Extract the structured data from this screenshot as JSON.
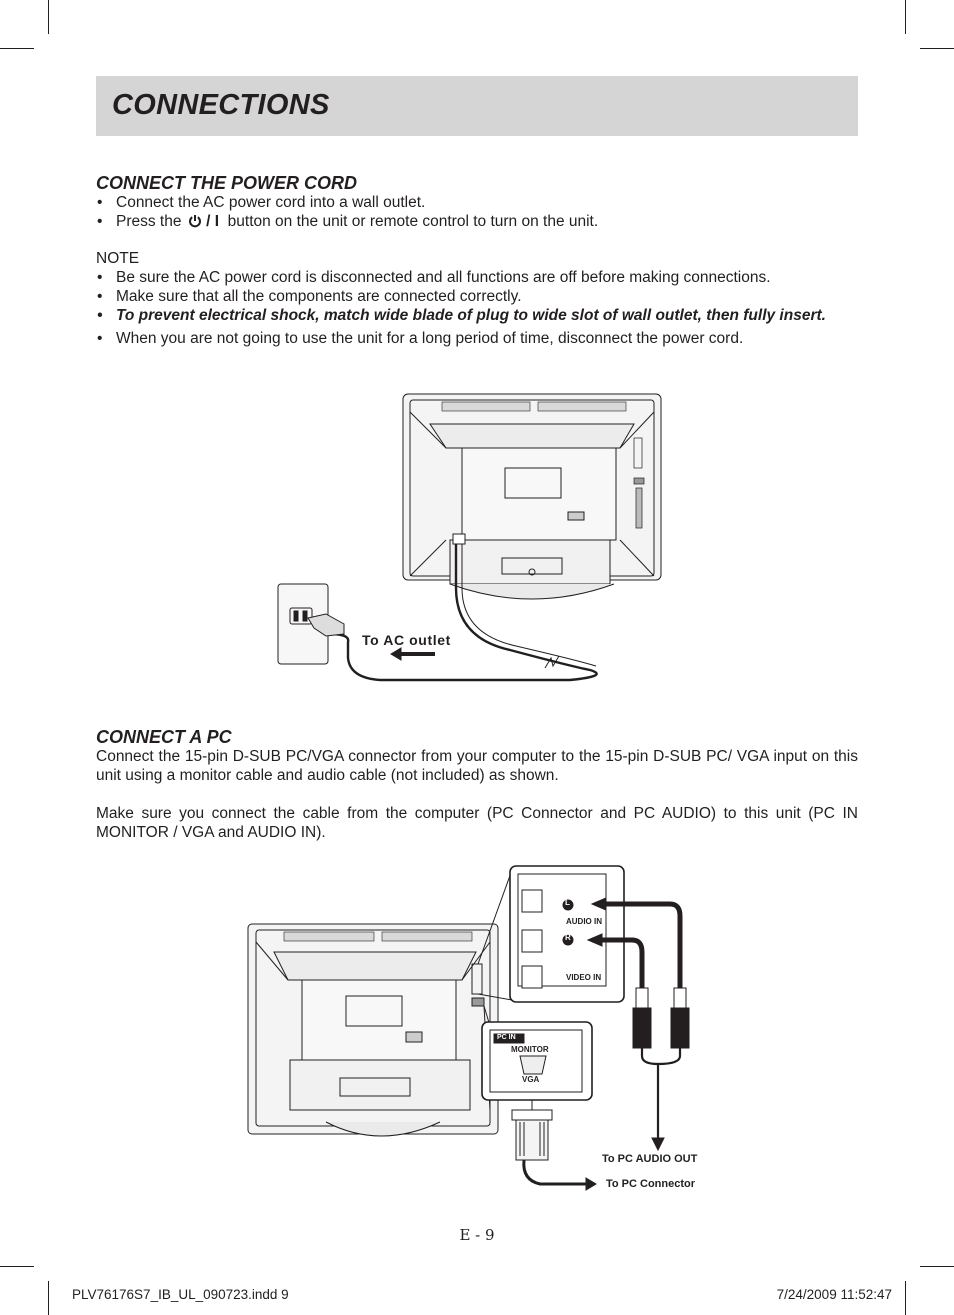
{
  "header": {
    "title": "CONNECTIONS"
  },
  "power": {
    "title": "CONNECT THE POWER CORD",
    "bullet1": "Connect the AC power cord into a wall outlet.",
    "bullet2_pre": "Press the",
    "bullet2_symbol": "/ I",
    "bullet2_post": "button on the unit  or remote control to turn on the unit.",
    "note_label": "NOTE",
    "notes": [
      "Be sure the AC power cord is disconnected and all functions are off before making connections.",
      "Make sure that all the components are connected correctly.",
      "To prevent electrical shock, match wide blade of plug to wide slot of wall outlet, then fully insert.",
      "When you are not going to use the unit for a long period of time, disconnect the power cord."
    ],
    "diagram_label": "To AC outlet"
  },
  "pc": {
    "title": "CONNECT A PC",
    "para1": "Connect the 15-pin D-SUB PC/VGA connector from your computer to the 15-pin D-SUB PC/ VGA input on this unit using a monitor cable and audio cable (not included) as shown.",
    "para2": "Make sure you connect the cable from the computer (PC Connector and PC AUDIO) to this unit (PC IN MONITOR / VGA and AUDIO IN).",
    "jack_l": "L",
    "jack_r": "R",
    "audio_in": "AUDIO IN",
    "video_in": "VIDEO IN",
    "pc_in": "PC IN",
    "monitor": "MONITOR",
    "vga": "VGA",
    "to_pc_audio_out": "To PC AUDIO OUT",
    "to_pc_connector": "To PC Connector"
  },
  "footer": {
    "page": "E - 9",
    "file": "PLV76176S7_IB_UL_090723.indd   9",
    "date": "7/24/2009   11:52:47"
  },
  "colors": {
    "header_bg": "#d5d5d6",
    "text": "#231f20"
  }
}
